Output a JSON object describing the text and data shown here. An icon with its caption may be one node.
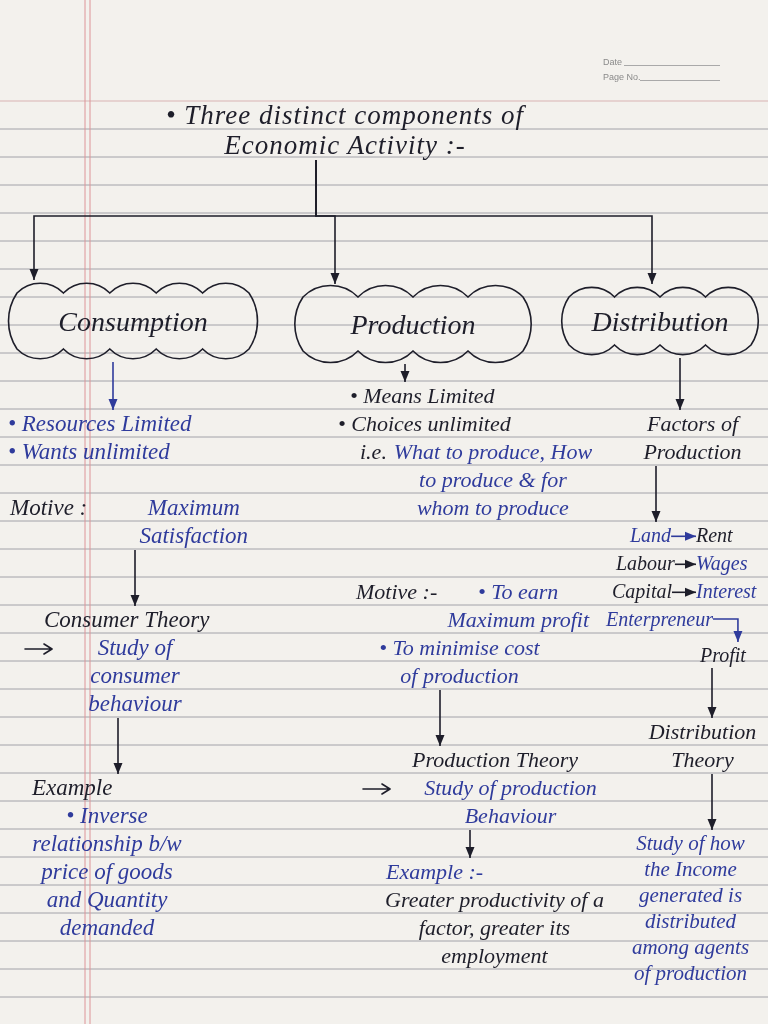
{
  "diagram": {
    "nodes": [
      {
        "text": [
          "• Three distinct components of Economic Activity :-"
        ]
      },
      {
        "text": [
          "Consumption"
        ]
      },
      {
        "text": [
          "Production"
        ]
      },
      {
        "text": [
          "Distribution"
        ]
      },
      {
        "text": [
          "• Resources Limited",
          "• Wants unlimited"
        ]
      },
      {
        "text": [
          "Motive :",
          "Maximum Satisfaction"
        ]
      },
      {
        "text": [
          "Consumer Theory",
          "Study of consumer behaviour"
        ]
      },
      {
        "text": [
          "Example",
          "• Inverse relationship b/w price of goods and Quantity demanded"
        ]
      },
      {
        "text": [
          "• Means Limited",
          "• Choices unlimited",
          "i.e.",
          "What to produce, How to produce & for whom to produce"
        ]
      },
      {
        "text": [
          "Motive :-",
          "• To earn Maximum profit",
          "• To minimise cost of production"
        ]
      },
      {
        "text": [
          "Production Theory",
          "Study of production Behaviour"
        ]
      },
      {
        "text": [
          "Example :-",
          "Greater productivity of a factor, greater its employment"
        ]
      },
      {
        "text": [
          "Factors of Production"
        ]
      },
      {
        "text": [
          "Land"
        ]
      },
      {
        "text": [
          "Rent"
        ]
      },
      {
        "text": [
          "Labour"
        ]
      },
      {
        "text": [
          "Wages"
        ]
      },
      {
        "text": [
          "Capital"
        ]
      },
      {
        "text": [
          "Interest"
        ]
      },
      {
        "text": [
          "Enterpreneur"
        ]
      },
      {
        "text": [
          "Profit"
        ]
      },
      {
        "text": [
          "Distribution Theory"
        ]
      },
      {
        "text": [
          "Study of how the Income generated is distributed among agents of production"
        ]
      }
    ],
    "edges": [
      {
        "from": 0,
        "to": 1,
        "arrow": "to"
      },
      {
        "from": 0,
        "to": 2,
        "arrow": "to"
      },
      {
        "from": 0,
        "to": 3,
        "arrow": "to"
      },
      {
        "from": 1,
        "to": 4,
        "arrow": "to",
        "color": "#2f3b9c"
      },
      {
        "from": 5,
        "to": 6,
        "arrow": "to"
      },
      {
        "from": 6,
        "to": 7,
        "arrow": "to"
      },
      {
        "from": 2,
        "to": 8,
        "arrow": "to"
      },
      {
        "from": 9,
        "to": 10,
        "arrow": "to"
      },
      {
        "from": 10,
        "to": 11,
        "arrow": "to"
      },
      {
        "from": 3,
        "to": 12,
        "arrow": "to"
      },
      {
        "from": 12,
        "to": 13,
        "arrow": "to"
      },
      {
        "from": 13,
        "to": 14,
        "arrow": "to",
        "color": "#2f3b9c"
      },
      {
        "from": 15,
        "to": 16,
        "arrow": "to"
      },
      {
        "from": 17,
        "to": 18,
        "arrow": "to"
      },
      {
        "from": 19,
        "to": 20,
        "arrow": "to",
        "color": "#2f3b9c"
      },
      {
        "from": 20,
        "to": 21,
        "arrow": "to"
      },
      {
        "from": 21,
        "to": 22,
        "arrow": "to"
      }
    ],
    "labels": [
      "Date",
      "Page No."
    ]
  }
}
